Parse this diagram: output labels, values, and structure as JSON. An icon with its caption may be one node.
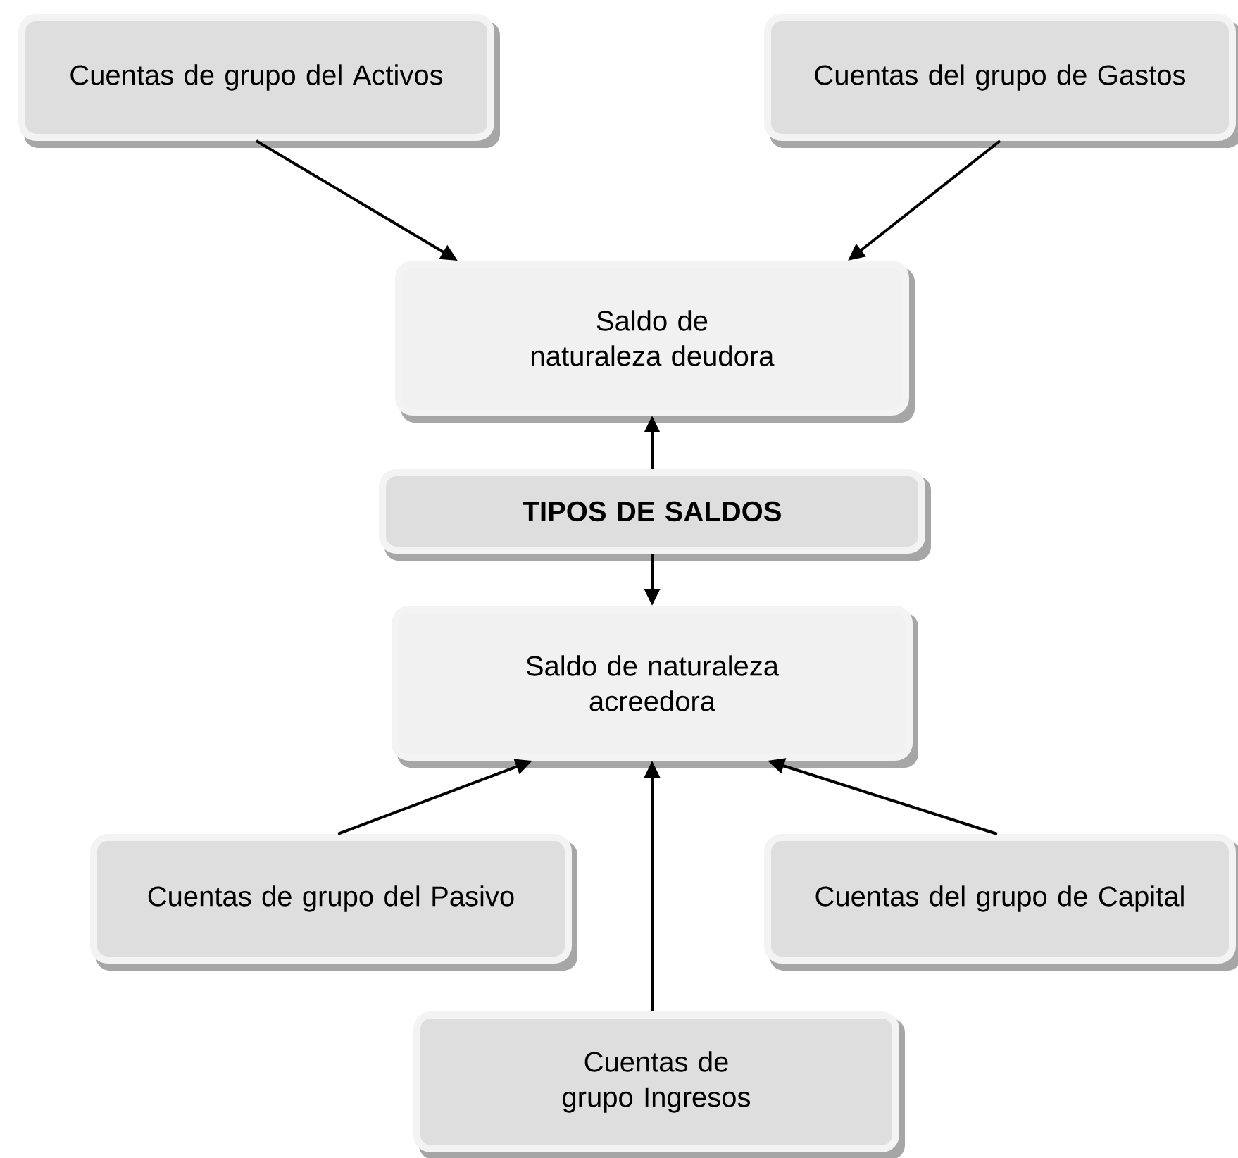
{
  "diagram": {
    "nodes": [
      {
        "text": [
          "Cuentas de grupo del Activos"
        ]
      },
      {
        "text": [
          "Cuentas del grupo de Gastos"
        ]
      },
      {
        "text": [
          "Saldo de naturaleza deudora"
        ]
      },
      {
        "text": [
          "TIPOS DE SALDOS"
        ]
      },
      {
        "text": [
          "Saldo de naturaleza acreedora"
        ]
      },
      {
        "text": [
          "Cuentas de grupo del Pasivo"
        ]
      },
      {
        "text": [
          "Cuentas del grupo de Capital"
        ]
      },
      {
        "text": [
          "Cuentas de grupo Ingresos"
        ]
      }
    ],
    "edges": [
      {
        "from": 0,
        "to": 2,
        "arrow": "to"
      },
      {
        "from": 1,
        "to": 2,
        "arrow": "to"
      },
      {
        "from": 3,
        "to": 2,
        "arrow": "to"
      },
      {
        "from": 3,
        "to": 4,
        "arrow": "to"
      },
      {
        "from": 5,
        "to": 4,
        "arrow": "to"
      },
      {
        "from": 6,
        "to": 4,
        "arrow": "to"
      },
      {
        "from": 7,
        "to": 4,
        "arrow": "to"
      }
    ]
  }
}
